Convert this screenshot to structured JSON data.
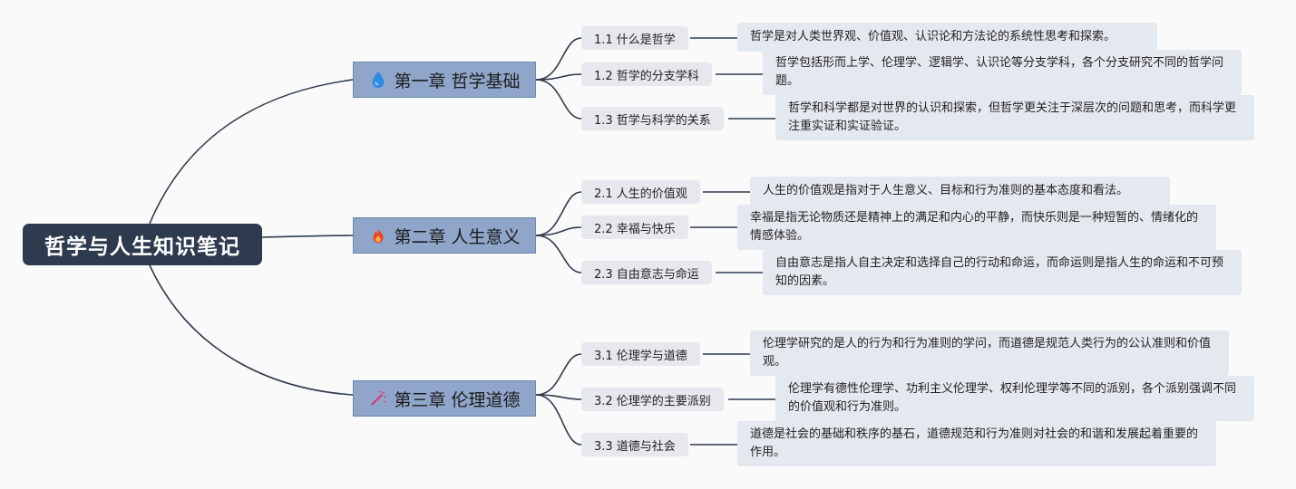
{
  "root": {
    "title": "哲学与人生知识笔记"
  },
  "chapters": [
    {
      "title": "第一章 哲学基础",
      "icon": "water-drop-icon",
      "icon_color": "#2f8be0",
      "sections": [
        {
          "title": "1.1 什么是哲学",
          "desc": "哲学是对人类世界观、价值观、认识论和方法论的系统性思考和探索。"
        },
        {
          "title": "1.2 哲学的分支学科",
          "desc": "哲学包括形而上学、伦理学、逻辑学、认识论等分支学科，各个分支研究不同的哲学问题。"
        },
        {
          "title": "1.3 哲学与科学的关系",
          "desc": "哲学和科学都是对世界的认识和探索，但哲学更关注于深层次的问题和思考，而科学更注重实证和实证验证。"
        }
      ]
    },
    {
      "title": "第二章 人生意义",
      "icon": "flame-icon",
      "icon_color": "#e8452c",
      "sections": [
        {
          "title": "2.1 人生的价值观",
          "desc": "人生的价值观是指对于人生意义、目标和行为准则的基本态度和看法。"
        },
        {
          "title": "2.2 幸福与快乐",
          "desc": "幸福是指无论物质还是精神上的满足和内心的平静，而快乐则是一种短暂的、情绪化的情感体验。"
        },
        {
          "title": "2.3 自由意志与命运",
          "desc": "自由意志是指人自主决定和选择自己的行动和命运，而命运则是指人生的命运和不可预知的因素。"
        }
      ]
    },
    {
      "title": "第三章 伦理道德",
      "icon": "magic-wand-icon",
      "icon_color": "#d63a7c",
      "sections": [
        {
          "title": "3.1 伦理学与道德",
          "desc": "伦理学研究的是人的行为和行为准则的学问，而道德是规范人类行为的公认准则和价值观。"
        },
        {
          "title": "3.2 伦理学的主要派别",
          "desc": "伦理学有德性伦理学、功利主义伦理学、权利伦理学等不同的派别，各个派别强调不同的价值观和行为准则。"
        },
        {
          "title": "3.3 道德与社会",
          "desc": "道德是社会的基础和秩序的基石，道德规范和行为准则对社会的和谐和发展起着重要的作用。"
        }
      ]
    }
  ]
}
